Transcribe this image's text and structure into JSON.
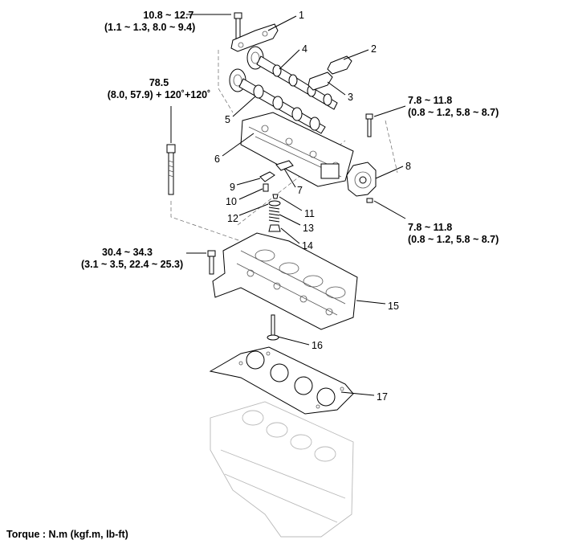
{
  "torque_specs": {
    "spec_1": {
      "line1": "10.8 ~ 12.7",
      "line2": "(1.1 ~ 1.3, 8.0 ~ 9.4)"
    },
    "spec_2": {
      "line1": "78.5",
      "line2": "(8.0, 57.9) + 120˚+120˚"
    },
    "spec_3": {
      "line1": "7.8 ~ 11.8",
      "line2": "(0.8 ~ 1.2, 5.8 ~ 8.7)"
    },
    "spec_4": {
      "line1": "7.8 ~ 11.8",
      "line2": "(0.8 ~ 1.2, 5.8 ~ 8.7)"
    },
    "spec_5": {
      "line1": "30.4 ~ 34.3",
      "line2": "(3.1 ~ 3.5, 22.4 ~ 25.3)"
    }
  },
  "callouts": [
    "1",
    "2",
    "3",
    "4",
    "5",
    "6",
    "7",
    "8",
    "9",
    "10",
    "11",
    "12",
    "13",
    "14",
    "15",
    "16",
    "17"
  ],
  "footer": {
    "unit_note": "Torque : N.m (kgf.m, lb-ft)"
  }
}
